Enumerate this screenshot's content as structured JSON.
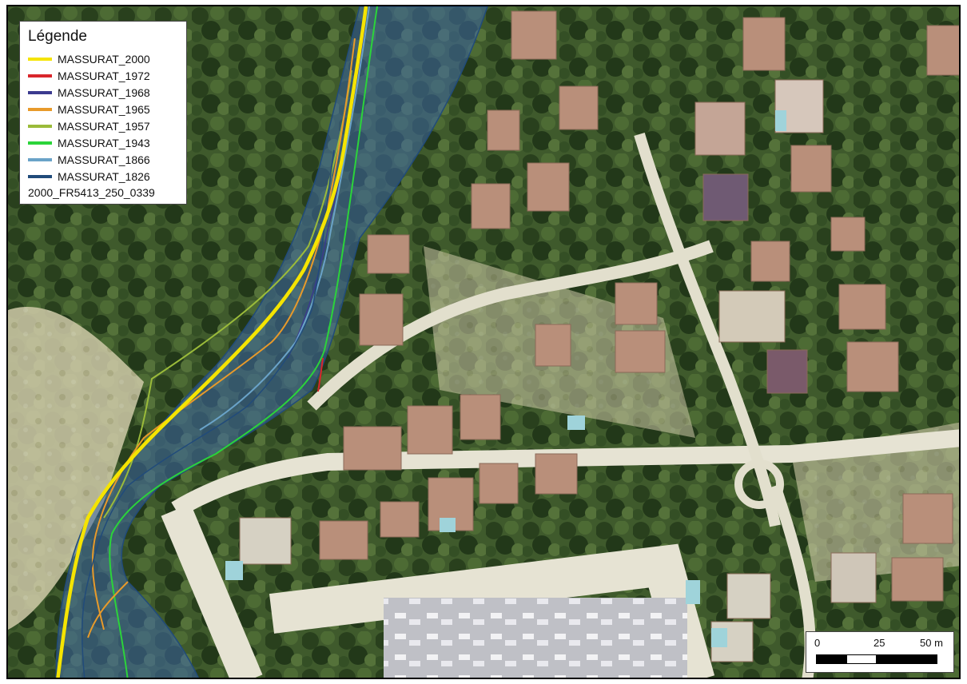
{
  "legend": {
    "title": "Légende",
    "items": [
      {
        "label": "MASSURAT_2000",
        "color": "#f5e400"
      },
      {
        "label": "MASSURAT_1972",
        "color": "#d9262b"
      },
      {
        "label": "MASSURAT_1968",
        "color": "#3b3a8f"
      },
      {
        "label": "MASSURAT_1965",
        "color": "#e89a2a"
      },
      {
        "label": "MASSURAT_1957",
        "color": "#9bbb3a"
      },
      {
        "label": "MASSURAT_1943",
        "color": "#2bd43a"
      },
      {
        "label": "MASSURAT_1866",
        "color": "#6aa3c8"
      },
      {
        "label": "MASSURAT_1826",
        "color": "#214b7a"
      }
    ],
    "extra_label": "2000_FR5413_250_0339"
  },
  "scale": {
    "labels": [
      "0",
      "25",
      "50 m"
    ]
  },
  "colors": {
    "channel_fill": "#3f6aa8",
    "vegetation": "#2f4a22",
    "clearing": "#c9c6a6",
    "road": "#e3e0cf",
    "roof": "#b98f7a",
    "pool": "#9fd3da"
  }
}
